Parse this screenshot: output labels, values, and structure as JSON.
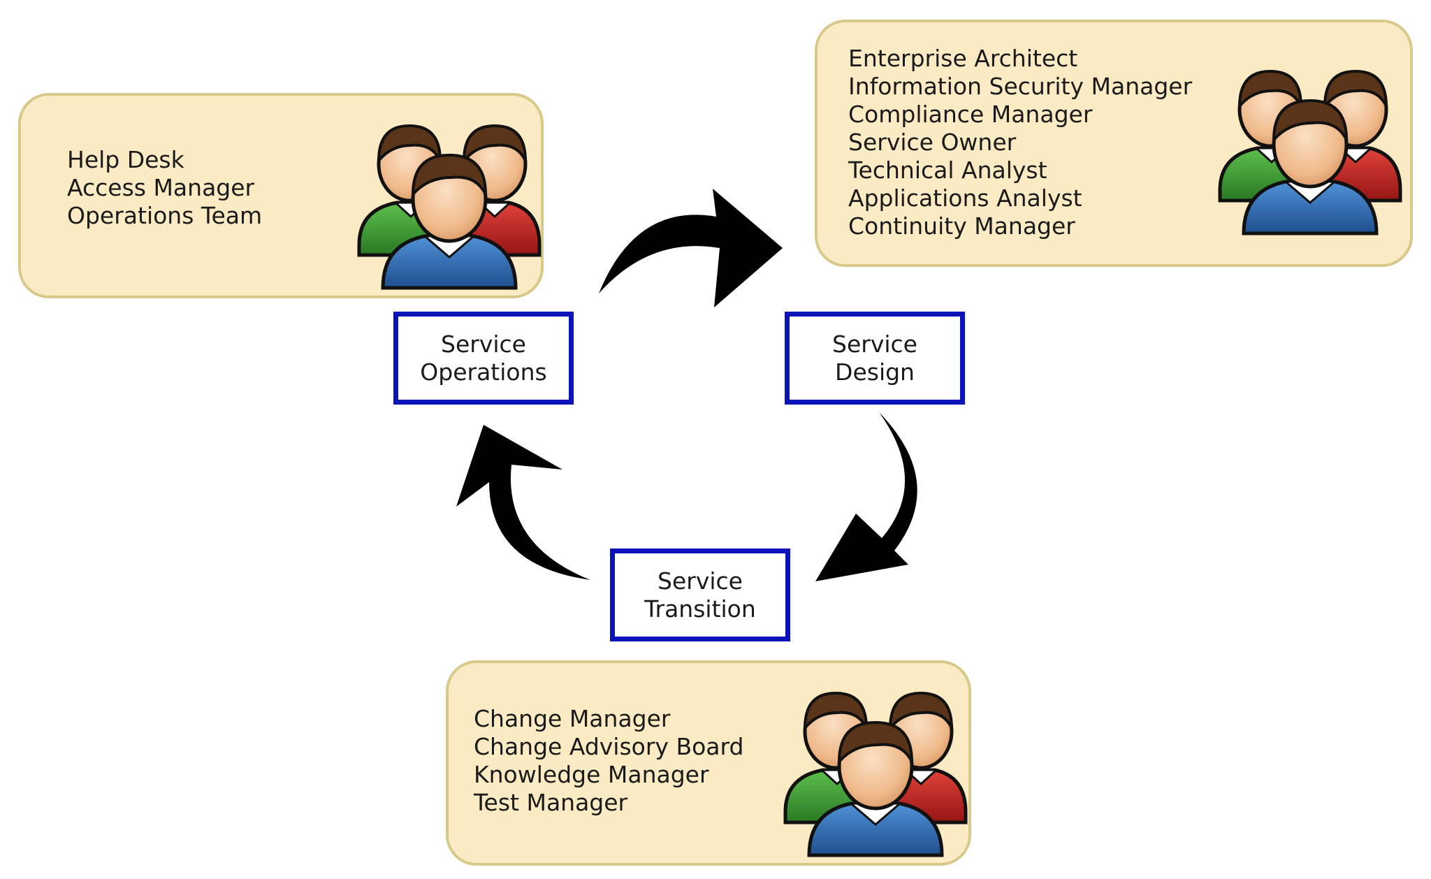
{
  "panels": {
    "operations": {
      "roles": [
        "Help Desk",
        "Access Manager",
        "Operations Team"
      ]
    },
    "design": {
      "roles": [
        "Enterprise Architect",
        "Information Security Manager",
        "Compliance Manager",
        "Service Owner",
        "Technical Analyst",
        "Applications Analyst",
        "Continuity Manager"
      ]
    },
    "transition": {
      "roles": [
        "Change Manager",
        "Change Advisory Board",
        "Knowledge Manager",
        "Test Manager"
      ]
    }
  },
  "phases": {
    "operations": {
      "line1": "Service",
      "line2": "Operations"
    },
    "design": {
      "line1": "Service",
      "line2": "Design"
    },
    "transition": {
      "line1": "Service",
      "line2": "Transition"
    }
  },
  "icons": {
    "people": "people-group-icon",
    "arrow": "curved-arrow-icon"
  },
  "colors": {
    "panel_fill": "#faebc4",
    "panel_border": "#d8c98a",
    "phase_border": "#0a14b8",
    "person_green": "#3f9a35",
    "person_red": "#c0221f",
    "person_blue": "#2f6db4",
    "arrow": "#000000"
  }
}
